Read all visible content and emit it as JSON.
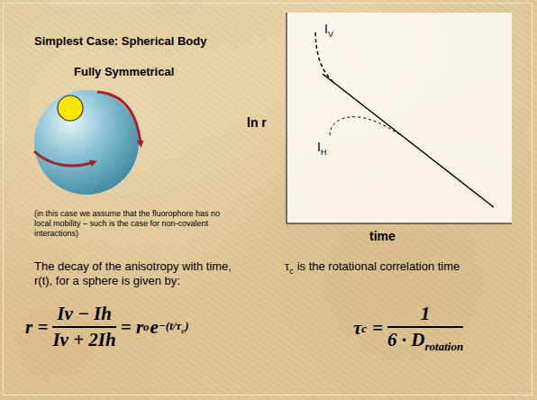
{
  "diagram": {
    "title": "Simplest Case: Spherical Body",
    "labels": [
      "Fully Symmetrical",
      "(in this case we assume that the fluorophore has no local mobility – such is the case for non-covalent interactions)",
      "The decay of the anisotropy with time, r(t), for a sphere is given by:",
      "τ",
      "c",
      "is the rotational correlation time",
      "I",
      "V",
      "ln r",
      "I",
      "H",
      "time",
      "r =",
      "Iv − Ih",
      "Iv + 2Ih",
      "= r",
      "o",
      "e",
      "−(t/τ",
      "c",
      ")",
      "τ",
      "c",
      "=",
      "1",
      "6 · D",
      "rotation"
    ]
  }
}
